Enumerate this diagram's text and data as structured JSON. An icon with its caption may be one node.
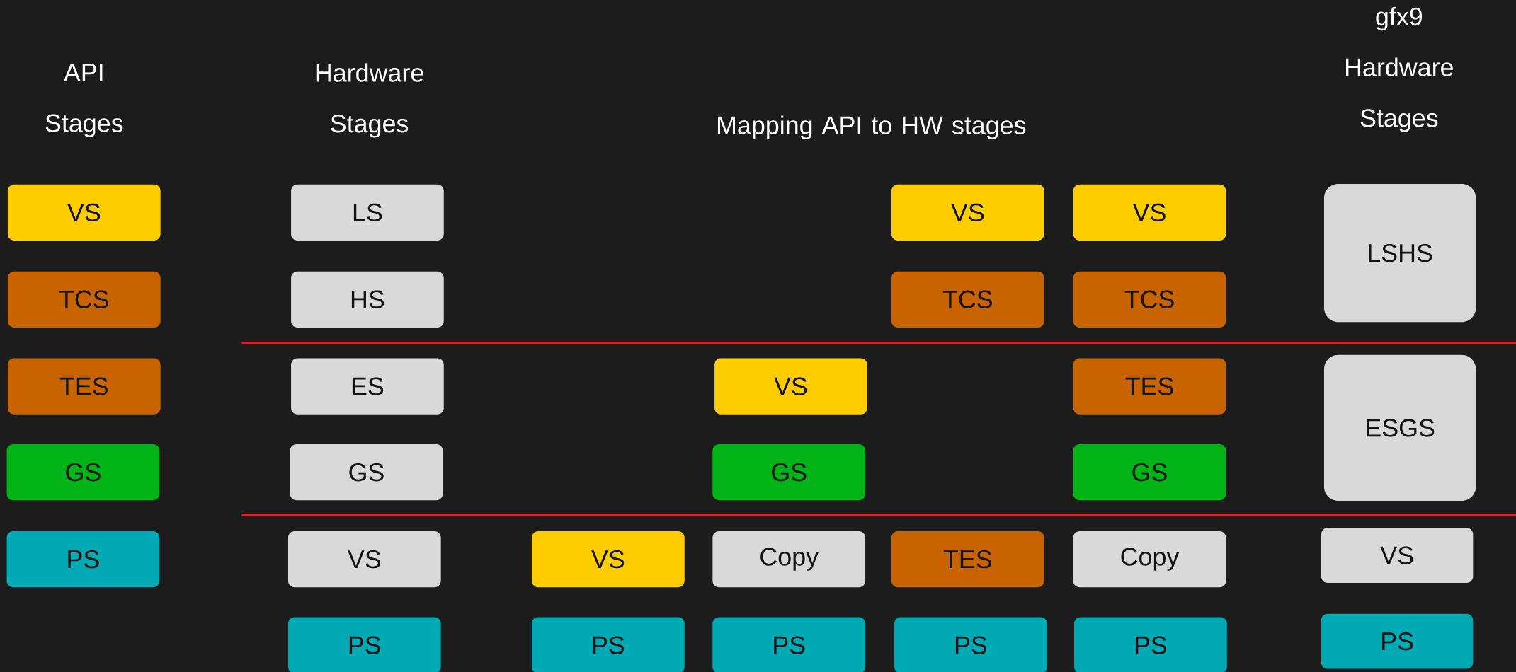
{
  "diagram": {
    "nodes": [
      {
        "text": [
          "VS"
        ]
      },
      {
        "text": [
          "TCS"
        ]
      },
      {
        "text": [
          "TES"
        ]
      },
      {
        "text": [
          "GS"
        ]
      },
      {
        "text": [
          "PS"
        ]
      },
      {
        "text": [
          "LS"
        ]
      },
      {
        "text": [
          "HS"
        ]
      },
      {
        "text": [
          "ES"
        ]
      },
      {
        "text": [
          "GS"
        ]
      },
      {
        "text": [
          "VS"
        ]
      },
      {
        "text": [
          "PS"
        ]
      },
      {
        "text": [
          "VS"
        ]
      },
      {
        "text": [
          "PS"
        ]
      },
      {
        "text": [
          "VS"
        ]
      },
      {
        "text": [
          "GS"
        ]
      },
      {
        "text": [
          "Copy"
        ]
      },
      {
        "text": [
          "PS"
        ]
      },
      {
        "text": [
          "VS"
        ]
      },
      {
        "text": [
          "TCS"
        ]
      },
      {
        "text": [
          "TES"
        ]
      },
      {
        "text": [
          "PS"
        ]
      },
      {
        "text": [
          "VS"
        ]
      },
      {
        "text": [
          "TCS"
        ]
      },
      {
        "text": [
          "TES"
        ]
      },
      {
        "text": [
          "GS"
        ]
      },
      {
        "text": [
          "Copy"
        ]
      },
      {
        "text": [
          "PS"
        ]
      },
      {
        "text": [
          "LSHS"
        ]
      },
      {
        "text": [
          "ESGS"
        ]
      },
      {
        "text": [
          "VS"
        ]
      },
      {
        "text": [
          "PS"
        ]
      }
    ],
    "labels": [
      "API Stages",
      "Hardware Stages",
      "Mapping API to HW stages",
      "gfx9 Hardware Stages"
    ]
  }
}
